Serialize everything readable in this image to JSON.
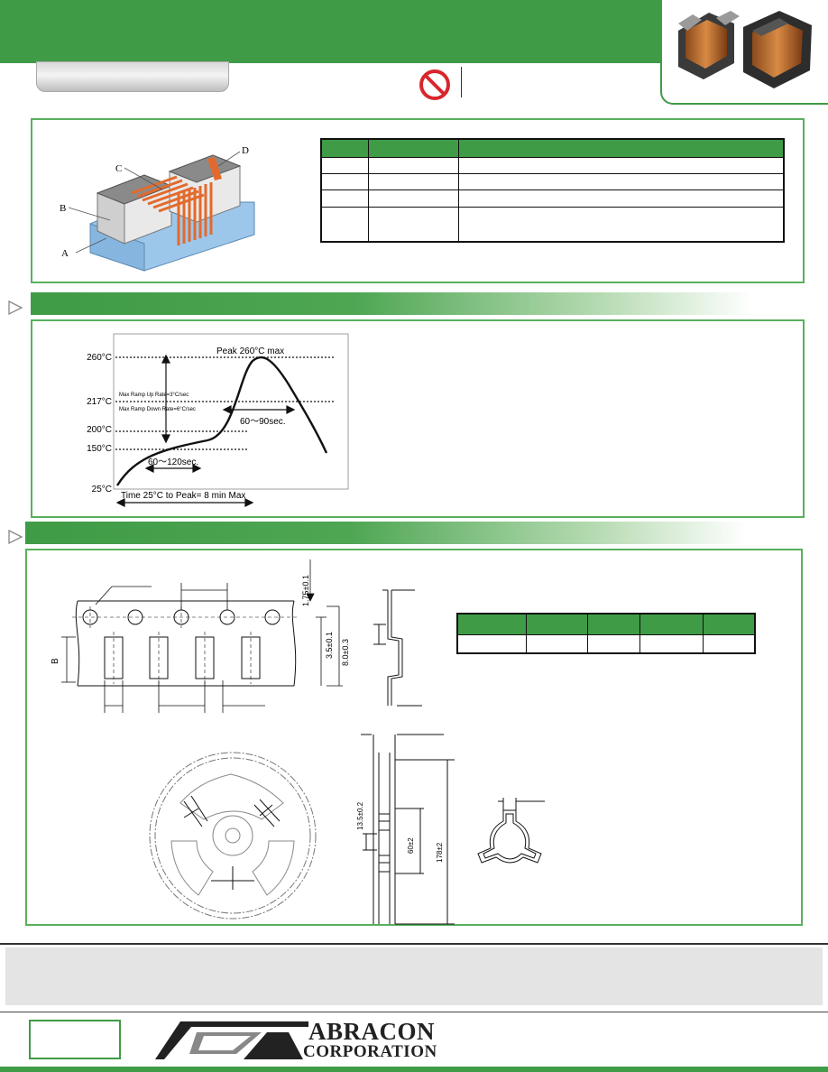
{
  "header": {
    "company_logo_line1": "ABRACON",
    "company_logo_line2": "CORPORATION"
  },
  "construction": {
    "part_labels": [
      "A",
      "B",
      "C",
      "D"
    ]
  },
  "reflow_profile": {
    "peak_label": "Peak 260°C max",
    "temp_labels": [
      "260°C",
      "217°C",
      "200°C",
      "150°C",
      "25°C"
    ],
    "ramp_up_label": "Max Ramp Up Rate=3°C/sec",
    "ramp_down_label": "Max Ramp Down Rate=6°C/sec",
    "time_above_label": "60～90sec.",
    "soak_label": "60～120sec.",
    "total_time_label": "Time 25°C to Peak= 8 min Max"
  },
  "tape_drawing": {
    "dim_pitch_label": "1.75±0.1",
    "dim_35_label": "3.5±0.1",
    "dim_80_label": "8.0±0.3",
    "dim_B_label": "B"
  },
  "reel_drawing": {
    "dim_135_label": "13.5±0.2",
    "dim_60_label": "60±2",
    "dim_178_label": "178±2"
  },
  "colors": {
    "brand_green": "#3f9b45",
    "panel_border": "#58b05c"
  }
}
